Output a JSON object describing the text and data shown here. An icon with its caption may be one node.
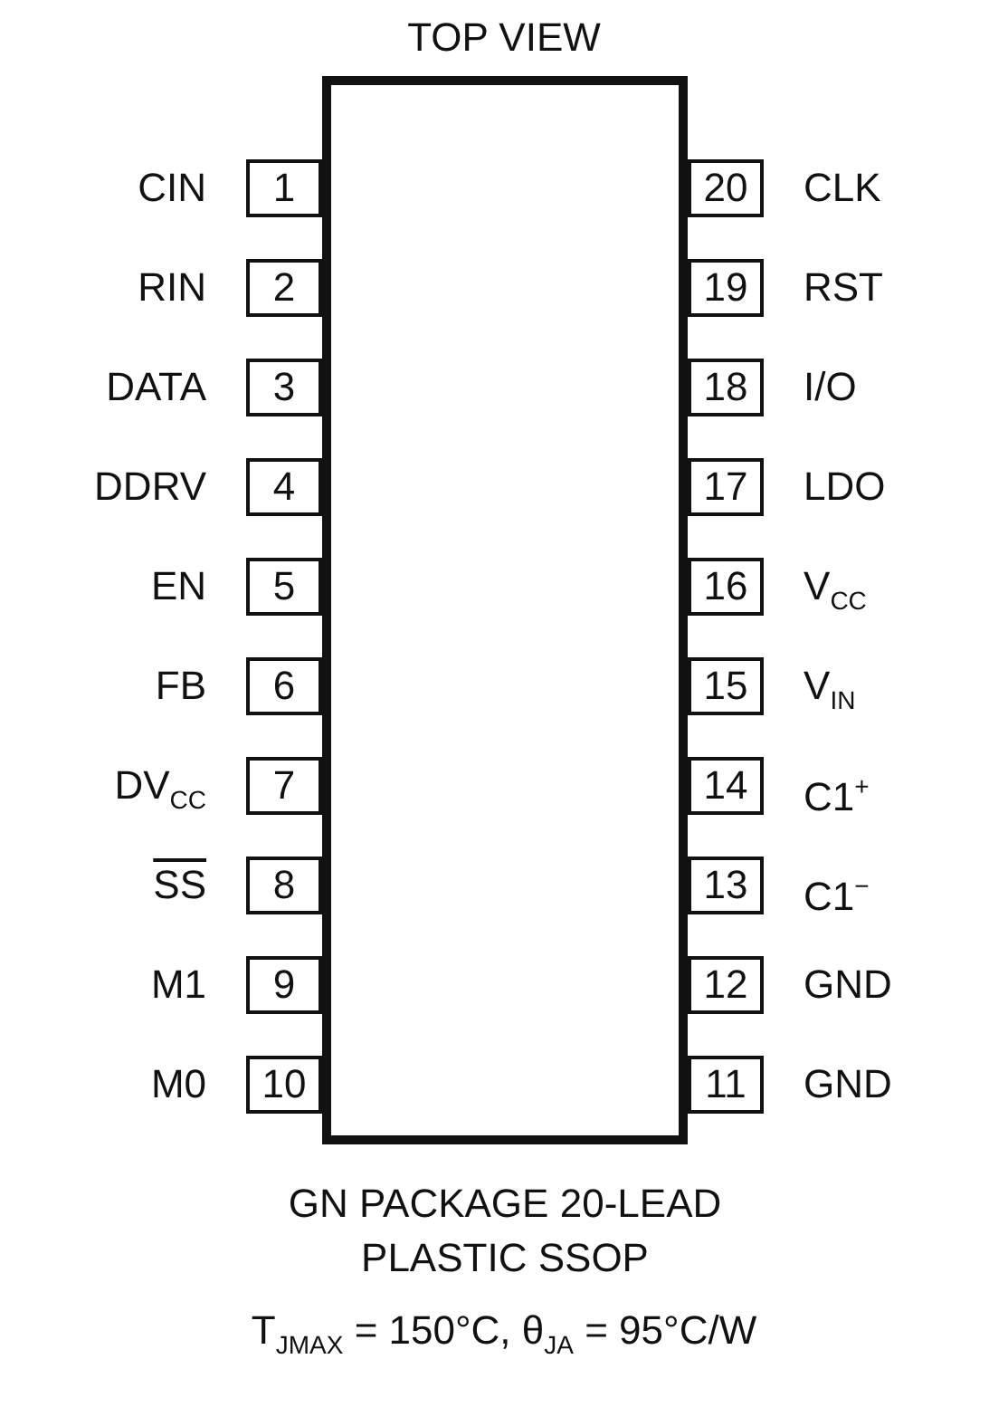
{
  "diagram": {
    "title": "TOP VIEW",
    "caption": "GN PACKAGE 20-LEAD PLASTIC SSOP",
    "nodes": [
      {
        "text": [],
        "shape": "box"
      },
      {
        "text": [
          "1"
        ],
        "beside": [
          "CIN"
        ]
      },
      {
        "text": [
          "2"
        ],
        "beside": [
          "RIN"
        ]
      },
      {
        "text": [
          "3"
        ],
        "beside": [
          "DATA"
        ]
      },
      {
        "text": [
          "4"
        ],
        "beside": [
          "DDRV"
        ]
      },
      {
        "text": [
          "5"
        ],
        "beside": [
          "EN"
        ]
      },
      {
        "text": [
          "6"
        ],
        "beside": [
          "FB"
        ]
      },
      {
        "text": [
          "7"
        ],
        "beside": [
          "DV$_{CC}$"
        ]
      },
      {
        "text": [
          "8"
        ],
        "beside": [
          "SS"
        ]
      },
      {
        "text": [
          "9"
        ],
        "beside": [
          "M1"
        ]
      },
      {
        "text": [
          "10"
        ],
        "beside": [
          "M0"
        ]
      },
      {
        "text": [
          "11"
        ],
        "beside": [
          "GND"
        ]
      },
      {
        "text": [
          "12"
        ],
        "beside": [
          "GND"
        ]
      },
      {
        "text": [
          "13"
        ],
        "beside": [
          "C1$^{−}$"
        ]
      },
      {
        "text": [
          "14"
        ],
        "beside": [
          "C1$^{+}$"
        ]
      },
      {
        "text": [
          "15"
        ],
        "beside": [
          "V$_{IN}$"
        ]
      },
      {
        "text": [
          "16"
        ],
        "beside": [
          "V$_{CC}$"
        ]
      },
      {
        "text": [
          "17"
        ],
        "beside": [
          "LDO"
        ]
      },
      {
        "text": [
          "18"
        ],
        "beside": [
          "I/O"
        ]
      },
      {
        "text": [
          "19"
        ],
        "beside": [
          "RST"
        ]
      },
      {
        "text": [
          "20"
        ],
        "beside": [
          "CLK"
        ]
      }
    ],
    "labels": [
      "T$_{JMAX}$ = 150°C, θ$_{JA}$ = 95°C/W"
    ]
  }
}
